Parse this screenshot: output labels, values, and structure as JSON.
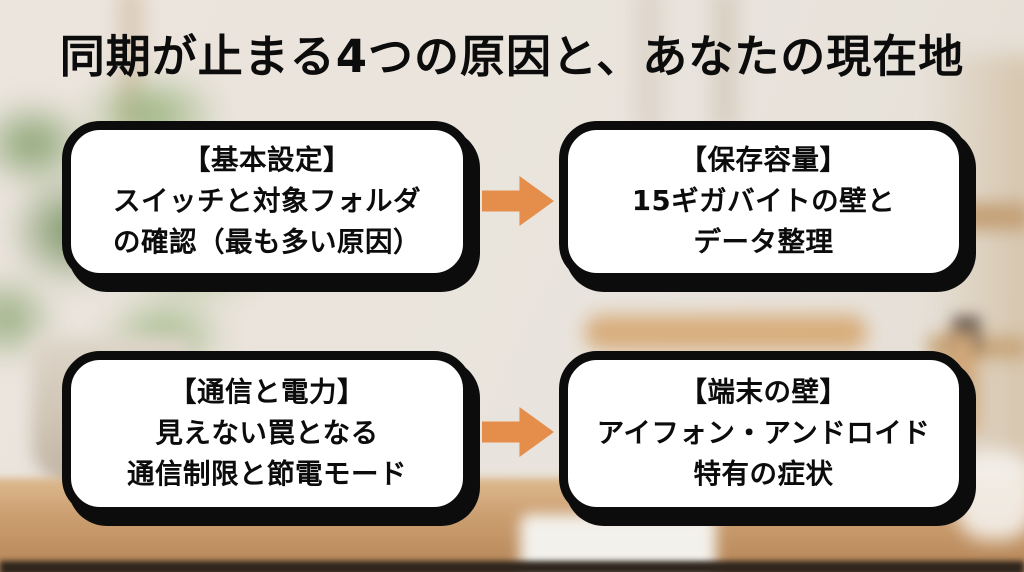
{
  "title": "同期が止まる4つの原因と、あなたの現在地",
  "cards": [
    {
      "id": "basic-settings",
      "lines": [
        "【基本設定】",
        "スイッチと対象フォルダ",
        "の確認（最も多い原因）"
      ]
    },
    {
      "id": "storage-capacity",
      "lines": [
        "【保存容量】",
        "15ギガバイトの壁と",
        "データ整理"
      ]
    },
    {
      "id": "network-and-power",
      "lines": [
        "【通信と電力】",
        "見えない罠となる",
        "通信制限と節電モード"
      ]
    },
    {
      "id": "device-wall",
      "lines": [
        "【端末の壁】",
        "アイフォン・アンドロイド",
        "特有の症状"
      ]
    }
  ],
  "arrows": [
    {
      "name": "top-right-arrow",
      "direction": "right"
    },
    {
      "name": "bottom-right-arrow",
      "direction": "right"
    }
  ],
  "colors": {
    "arrow_orange": "#E58E4B",
    "card_background": "#FFFFFF",
    "card_border": "#0C0C0C",
    "text_black": "#0C0C0C",
    "wall_beige": "#E9E3DB",
    "desk_wood": "#C79A6A",
    "plant_green": "#84A06C"
  },
  "background_scene": "blurred home office photo: green houseplant in cream pot on left, wooden desk with white laptop at bottom, wooden chair and shelf on right"
}
